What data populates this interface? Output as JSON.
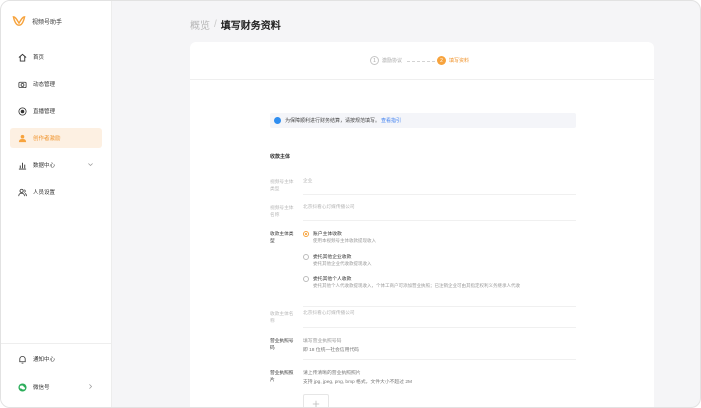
{
  "brand": {
    "name": "视频号助手",
    "logo_color": "#f7a33d"
  },
  "sidebar": {
    "items": [
      {
        "label": "首页",
        "icon": "home-icon"
      },
      {
        "label": "动态管理",
        "icon": "camera-icon"
      },
      {
        "label": "直播管理",
        "icon": "live-icon"
      },
      {
        "label": "创作者激励",
        "icon": "creator-icon",
        "active": true
      },
      {
        "label": "数据中心",
        "icon": "chart-icon",
        "has_chevron": true
      },
      {
        "label": "人员设置",
        "icon": "people-icon"
      }
    ],
    "bottom": [
      {
        "label": "通知中心",
        "icon": "bell-icon"
      },
      {
        "label": "微信号",
        "icon": "wechat-icon",
        "has_chevron": true
      }
    ]
  },
  "breadcrumb": {
    "parent": "概览",
    "separator": "/",
    "current": "填写财务资料"
  },
  "steps": [
    {
      "number": "1",
      "label": "激励协议"
    },
    {
      "number": "2",
      "label": "填写资料"
    }
  ],
  "notice": {
    "text": "为保障顺利进行财务结算，请按规范填写。",
    "link": "查看指引"
  },
  "form": {
    "section_title": "收款主体",
    "fields": {
      "subject_type": {
        "label": "视频号主体类型",
        "value": "企业"
      },
      "subject_name": {
        "label": "视频号主体名称",
        "value": "北京抖看心灯媒传播公司"
      },
      "payee_type": {
        "label": "收款主体类型",
        "options": [
          {
            "title": "账户主体收款",
            "desc": "使用本视频号主体收款提现收入",
            "selected": true
          },
          {
            "title": "委托其他企业收款",
            "desc": "委托其他企业代收款提现收入",
            "selected": false
          },
          {
            "title": "委托其他个人收款",
            "desc": "委托其他个人代收款提现收入，个体工商户可添加营业执照；已注销企业可由其指定权利义务继承人代收",
            "selected": false
          }
        ]
      },
      "payee_name": {
        "label": "收款主体名称",
        "value": "北京抖看心灯媒传播公司"
      },
      "license_number": {
        "label": "营业执照号码",
        "placeholder": "填写营业执照号码",
        "hint": "即 18 位统一社会信用代码"
      },
      "license_photo": {
        "label": "营业执照照片",
        "instruction": "请上传清晰的营业执照照片",
        "formats": "支持 jpg, jpeg, png, bmp 格式，文件大小不超过 2M"
      }
    }
  },
  "colors": {
    "accent": "#f7a33d",
    "link": "#3b7ef0",
    "info": "#2f8ef0"
  }
}
